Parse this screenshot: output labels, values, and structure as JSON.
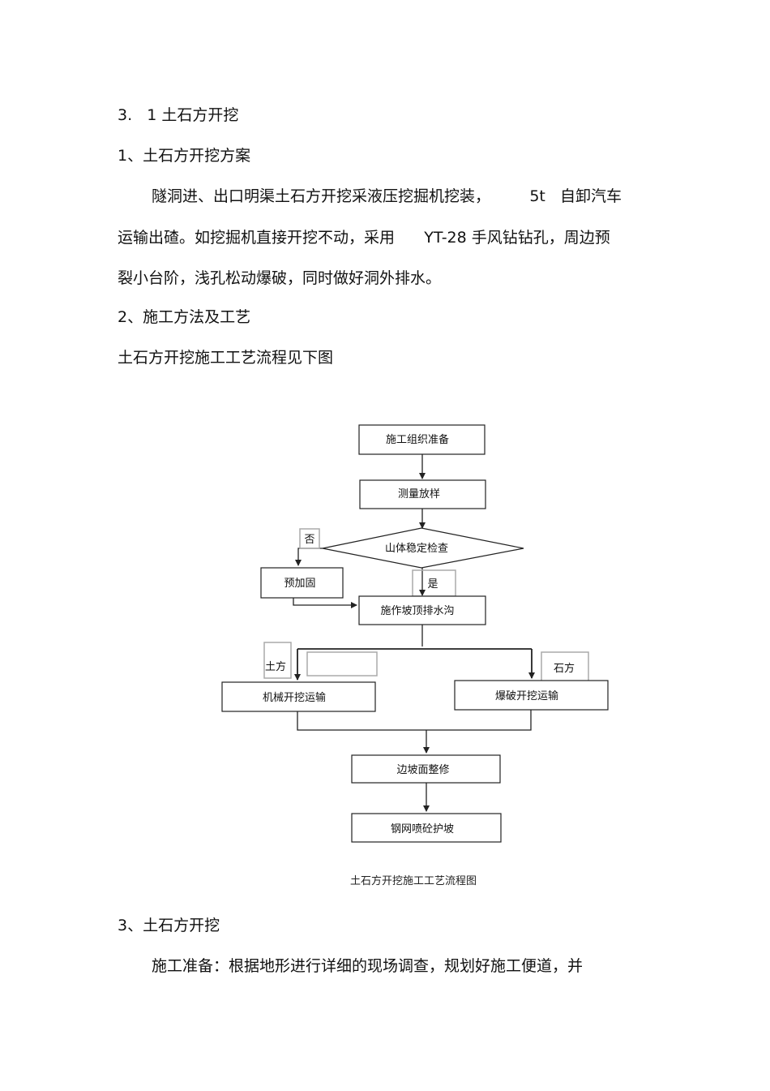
{
  "text": {
    "heading_31": "3.   1 土石方开挖",
    "heading_1": "1、土石方开挖方案",
    "para1_line1": "隧洞进、出口明渠土石方开挖采液压挖掘机挖装，        5t   自卸汽车",
    "para1_line2": "运输出碴。如挖掘机直接开挖不动，采用      YT-28 手风钻钻孔，周边预",
    "para1_line3": "裂小台阶，浅孔松动爆破，同时做好洞外排水。",
    "heading_2": "2、施工方法及工艺",
    "flow_intro": "土石方开挖施工工艺流程见下图",
    "heading_3": "3、土石方开挖",
    "para2_line1": "施工准备：根据地形进行详细的现场调查，规划好施工便道，并"
  },
  "flowchart": {
    "caption": "土石方开挖施工工艺流程图",
    "nodes": {
      "prep": "施工组织准备",
      "survey": "测量放样",
      "check": "山体稳定检查",
      "reinforce": "预加固",
      "drain": "施作坡顶排水沟",
      "earth_transport": "机械开挖运输",
      "blast_transport": "爆破开挖运输",
      "trim": "边坡面整修",
      "shotcrete": "钢网喷砼护坡"
    },
    "labels": {
      "no": "否",
      "yes": "是",
      "earth": "土方",
      "rock": "石方"
    }
  }
}
